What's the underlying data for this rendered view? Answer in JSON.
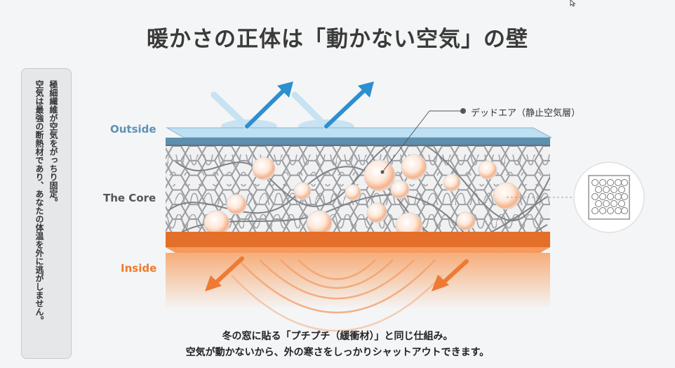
{
  "title": "暖かさの正体は「動かない空気」の壁",
  "side_note": {
    "line1": "極細繊維が空気をがっちり固定。",
    "line2": "空気は最強の断熱材であり、あなたの体温を外に逃がしません。"
  },
  "labels": {
    "outside": "Outside",
    "core": "The Core",
    "inside": "Inside"
  },
  "callout": "デッドエア（静止空気層）",
  "caption": {
    "line1": "冬の窓に貼る「プチプチ（緩衝材）」と同じ仕組み。",
    "line2": "空気が動かないから、外の寒さをしっかりシャットアウトできます。"
  },
  "colors": {
    "outside": "#a9d3ec",
    "inside": "#ee7a2f",
    "arrow_out": "#2b8fd0",
    "arrow_in": "#ef7a34"
  }
}
